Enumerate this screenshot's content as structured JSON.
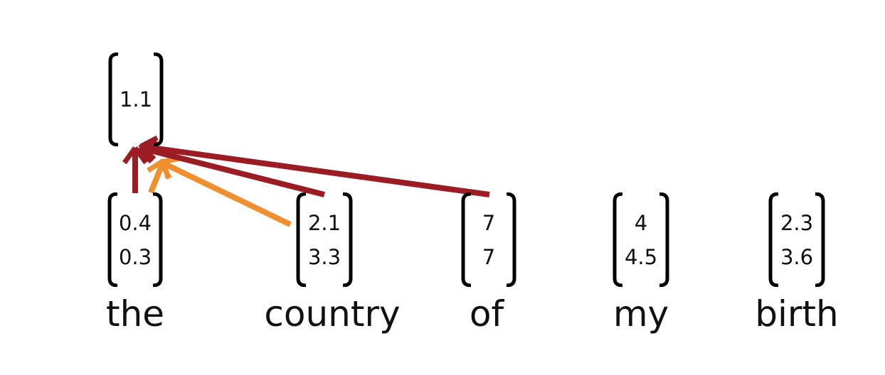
{
  "output_vector": {
    "values": [
      "1.1"
    ]
  },
  "tokens": [
    {
      "word": "the",
      "values": [
        "0.4",
        "0.3"
      ]
    },
    {
      "word": "country",
      "values": [
        "2.1",
        "3.3"
      ]
    },
    {
      "word": "of",
      "values": [
        "7",
        "7"
      ]
    },
    {
      "word": "my",
      "values": [
        "4",
        "4.5"
      ]
    },
    {
      "word": "birth",
      "values": [
        "2.3",
        "3.6"
      ]
    }
  ],
  "colors": {
    "dark_arrow": "#9b1c22",
    "light_arrow": "#f08f2e",
    "bracket": "#000000",
    "text": "#111111"
  }
}
